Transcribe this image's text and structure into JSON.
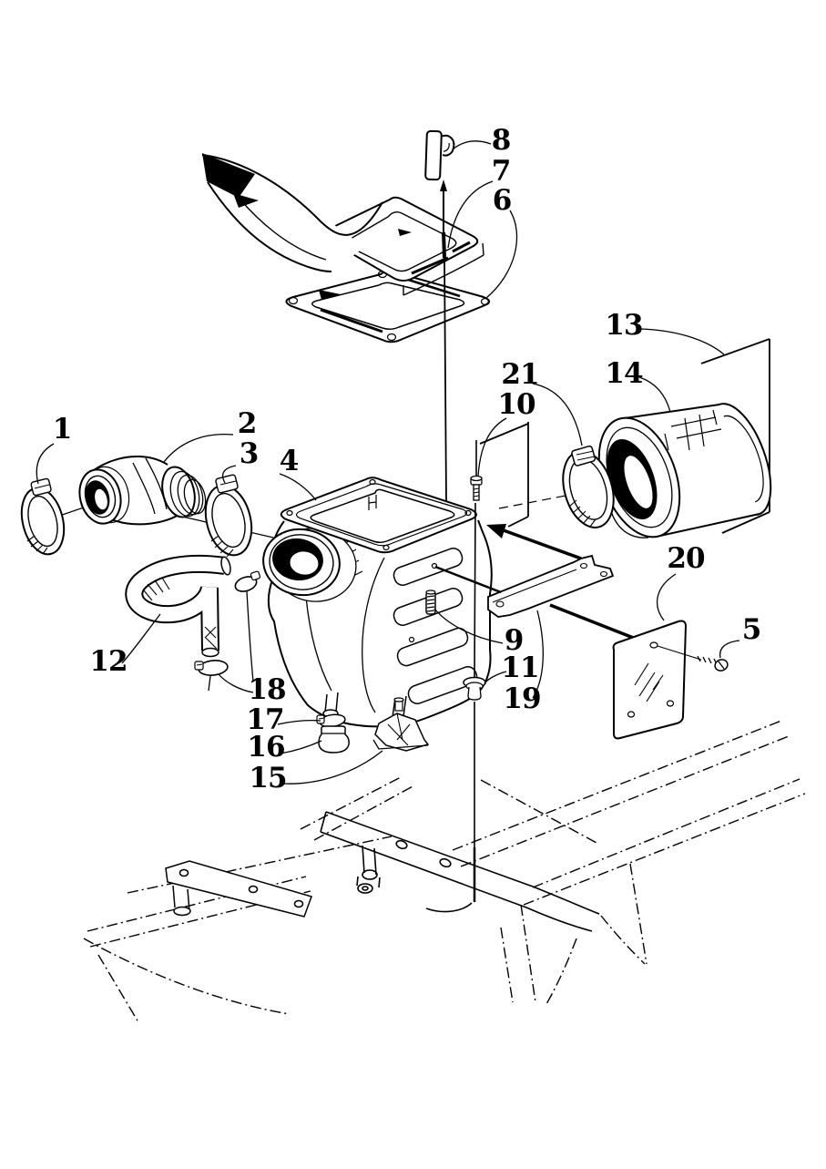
{
  "colors": {
    "ink": "#000000",
    "paper": "#ffffff"
  },
  "callouts": [
    "1",
    "2",
    "3",
    "4",
    "5",
    "6",
    "7",
    "8",
    "9",
    "10",
    "11",
    "12",
    "13",
    "14",
    "15",
    "16",
    "17",
    "18",
    "19",
    "20",
    "21"
  ]
}
